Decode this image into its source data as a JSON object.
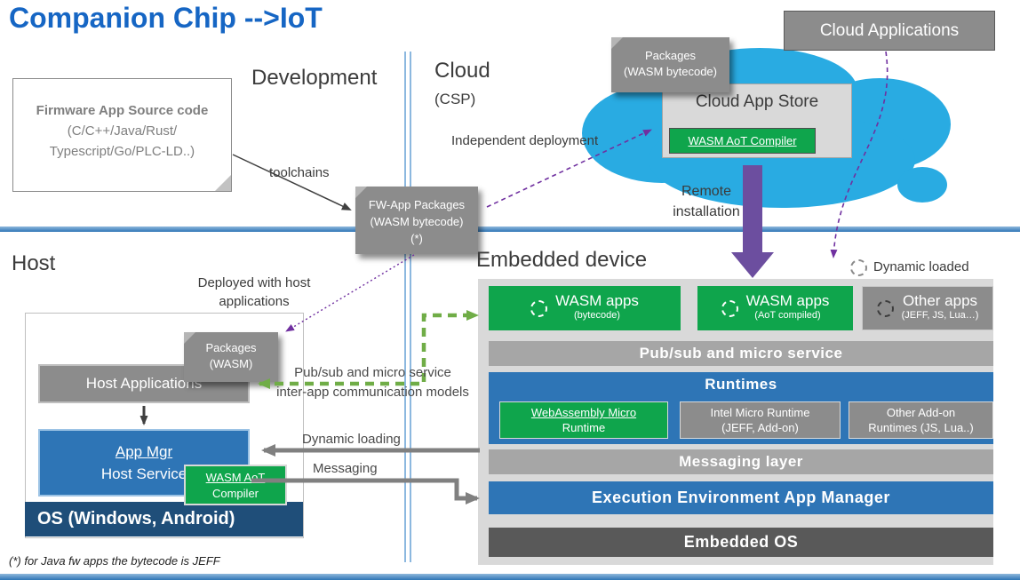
{
  "title": "Companion Chip -->IoT",
  "sections": {
    "development": "Development",
    "cloud": "Cloud",
    "cloud_csp": "(CSP)",
    "host": "Host",
    "embedded_device": "Embedded device"
  },
  "firmware": {
    "line1": "Firmware App Source code",
    "line2": "(C/C++/Java/Rust/",
    "line3": "Typescript/Go/PLC-LD..)"
  },
  "fw_packages": {
    "line1": "FW-App Packages",
    "line2": "(WASM bytecode)",
    "line3": "(*)"
  },
  "cloud_area": {
    "cloud_applications": "Cloud Applications",
    "packages_line1": "Packages",
    "packages_line2": "(WASM bytecode)",
    "app_store_title": "Cloud App Store",
    "aot_compiler": "WASM AoT Compiler"
  },
  "host_area": {
    "packages_line1": "Packages",
    "packages_line2": "(WASM)",
    "host_applications": "Host Applications",
    "app_mgr_line1": "App Mgr",
    "app_mgr_line2": "Host Service",
    "wasm_aot_line1": "WASM AoT",
    "wasm_aot_line2": "Compiler",
    "os_bar": "OS (Windows, Android)"
  },
  "embedded": {
    "apps": [
      {
        "title": "WASM apps",
        "subtitle": "(bytecode)"
      },
      {
        "title": "WASM apps",
        "subtitle": "(AoT compiled)"
      },
      {
        "title": "Other apps",
        "subtitle": "(JEFF, JS, Lua…)"
      }
    ],
    "pubsub_bar": "Pub/sub and micro service",
    "runtimes_title": "Runtimes",
    "runtimes": [
      {
        "line1": "WebAssembly Micro",
        "line2": "Runtime"
      },
      {
        "line1": "Intel Micro Runtime",
        "line2": "(JEFF, Add-on)"
      },
      {
        "line1": "Other Add-on",
        "line2": "Runtimes (JS, Lua..)"
      }
    ],
    "messaging_bar": "Messaging layer",
    "execution_bar": "Execution Environment App Manager",
    "os_bar": "Embedded OS"
  },
  "labels": {
    "toolchains": "toolchains",
    "independent_deployment": "Independent deployment",
    "remote_line1": "Remote",
    "remote_line2": "installation",
    "dynamic_loaded": "Dynamic loaded",
    "deployed_line1": "Deployed with host",
    "deployed_line2": "applications",
    "pubsub_models_1": "Pub/sub and micro service",
    "pubsub_models_2": "inter-app communication models",
    "dynamic_loading": "Dynamic loading",
    "messaging": "Messaging",
    "footnote": "(*) for Java fw apps the bytecode is JEFF"
  },
  "colors": {
    "accent_blue": "#2E75B6",
    "dark_navy": "#1F4E79",
    "green": "#0FA54C",
    "gray": "#8C8C8C",
    "cloud_cyan": "#29ABE2",
    "purple": "#7030A0",
    "arrow_purple": "#6C4E9F"
  }
}
